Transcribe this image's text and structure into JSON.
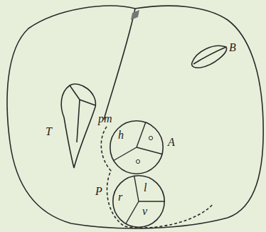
{
  "diagram": {
    "nodes": [
      {
        "text": [
          "A",
          "h"
        ]
      },
      {
        "text": [
          "P",
          "r",
          "l",
          "v"
        ]
      }
    ],
    "labels": [
      "T",
      "B",
      "pm"
    ]
  }
}
